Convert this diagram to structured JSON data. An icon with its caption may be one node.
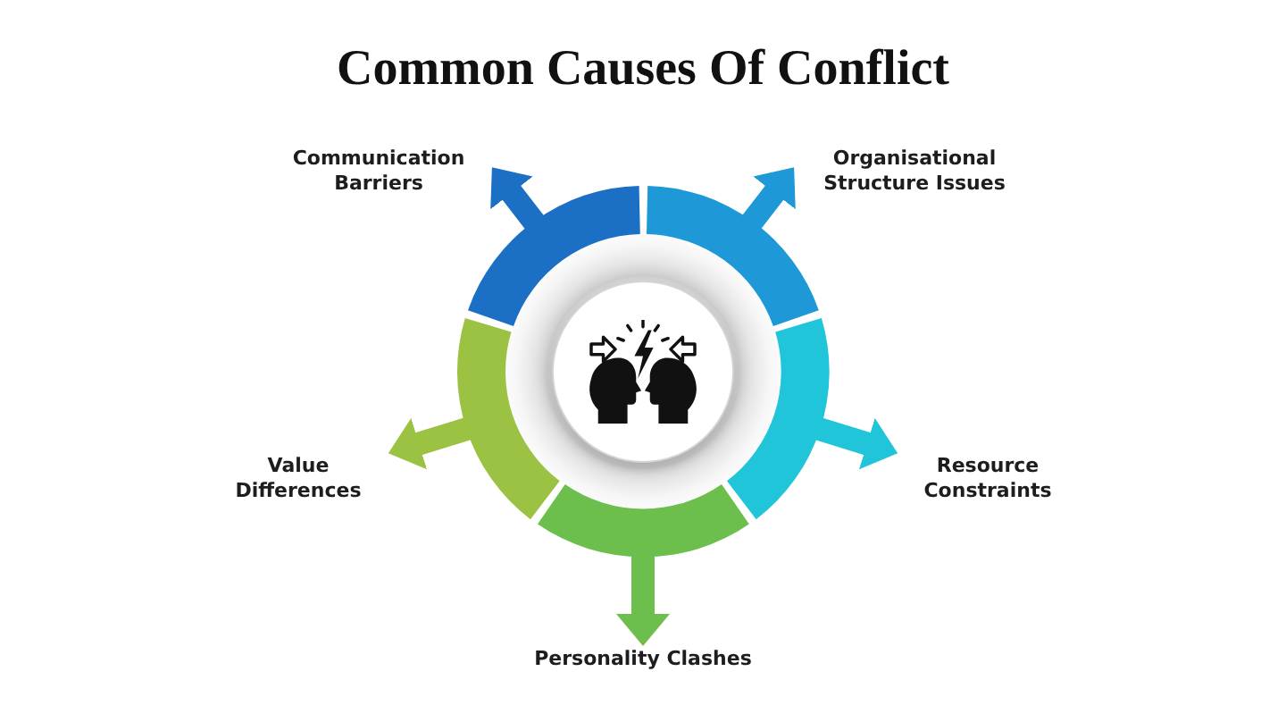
{
  "diagram": {
    "title": "Common Causes Of Conflict",
    "nodes": [
      {
        "text": [],
        "shape": "picture"
      },
      {
        "text": [],
        "shape": "arc"
      },
      {
        "text": [],
        "shape": "arc"
      },
      {
        "text": [],
        "shape": "arc"
      },
      {
        "text": [],
        "shape": "arc"
      },
      {
        "text": [],
        "shape": "arc"
      },
      {
        "text": [
          "Communication Barriers"
        ]
      },
      {
        "text": [
          "Organisational Structure Issues"
        ]
      },
      {
        "text": [
          "Resource Constraints"
        ]
      },
      {
        "text": [
          "Personality Clashes"
        ]
      },
      {
        "text": [
          "Value Differences"
        ]
      }
    ],
    "edges": [
      {
        "from": 1,
        "to": 6,
        "arrow": "to",
        "color": "#1b6fc4"
      },
      {
        "from": 2,
        "to": 7,
        "arrow": "to",
        "color": "#1e98d6"
      },
      {
        "from": 3,
        "to": 8,
        "arrow": "to",
        "color": "#21c5d9"
      },
      {
        "from": 4,
        "to": 9,
        "arrow": "to",
        "color": "#6cbf4c"
      },
      {
        "from": 5,
        "to": 10,
        "arrow": "to",
        "color": "#9bc242"
      }
    ]
  }
}
